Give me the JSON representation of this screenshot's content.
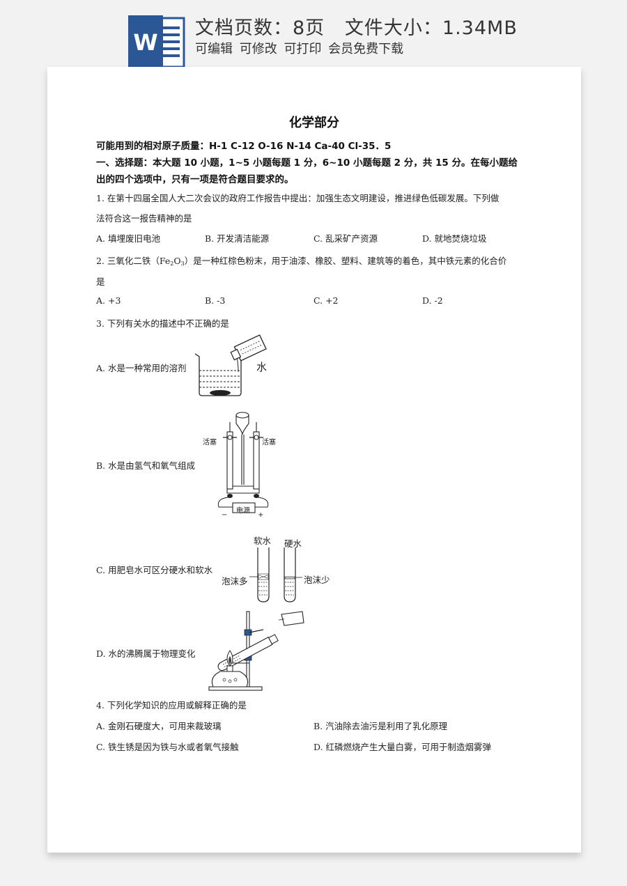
{
  "banner": {
    "title": "文档页数：8页   文件大小：1.34MB",
    "subtitle": "可编辑 可修改 可打印 会员免费下载",
    "icon_letter": "W"
  },
  "doc": {
    "title": "化学部分",
    "atomic_masses": "可能用到的相对原子质量：H-1   C-12   O-16   N-14   Ca-40   Cl-35．5",
    "section1_line1": "一、选择题：本大题 10 小题，1~5 小题每题 1 分，6~10 小题每题 2 分，共 15 分。在每小题给",
    "section1_line2": "出的四个选项中，只有一项是符合题目要求的。",
    "q1": {
      "line1": "1. 在第十四届全国人大二次会议的政府工作报告中提出：加强生态文明建设，推进绿色低碳发展。下列做",
      "line2": "法符合这一报告精神的是",
      "options": [
        "A. 填埋废旧电池",
        "B. 开发清洁能源",
        "C. 乱采矿产资源",
        "D. 就地焚烧垃圾"
      ]
    },
    "q2": {
      "line1_a": "2. 三氧化二铁（",
      "formula_fe": "Fe",
      "formula_2": "2",
      "formula_o": "O",
      "formula_3": "3",
      "line1_b": "）是一种红棕色粉末，用于油漆、橡胶、塑料、建筑等的着色，其中铁元素的化合价",
      "line2": "是",
      "options": [
        "A. +3",
        "B. -3",
        "C. +2",
        "D. -2"
      ]
    },
    "q3": {
      "stem": "3. 下列有关水的描述中不正确的是",
      "optA": "A. 水是一种常用的溶剂",
      "optA_label": "水",
      "optB": "B. 水是由氢气和氧气组成",
      "optB_valve_left": "活塞",
      "optB_valve_right": "活塞",
      "optB_power": "电源",
      "optB_minus": "−",
      "optB_plus": "+",
      "optC": "C. 用肥皂水可区分硬水和软水",
      "optC_soft": "软水",
      "optC_hard": "硬水",
      "optC_more": "泡沫多",
      "optC_less": "泡沫少",
      "optD": "D. 水的沸腾属于物理变化"
    },
    "q4": {
      "stem": "4. 下列化学知识的应用或解释正确的是",
      "options": [
        "A. 金刚石硬度大，可用来裁玻璃",
        "B. 汽油除去油污是利用了乳化原理",
        "C. 铁生锈是因为铁与水或者氧气接触",
        "D. 红磷燃烧产生大量白雾，可用于制造烟雾弹"
      ]
    }
  },
  "colors": {
    "word_blue": "#2b5797",
    "banner_bg": "#f2f2f2"
  }
}
